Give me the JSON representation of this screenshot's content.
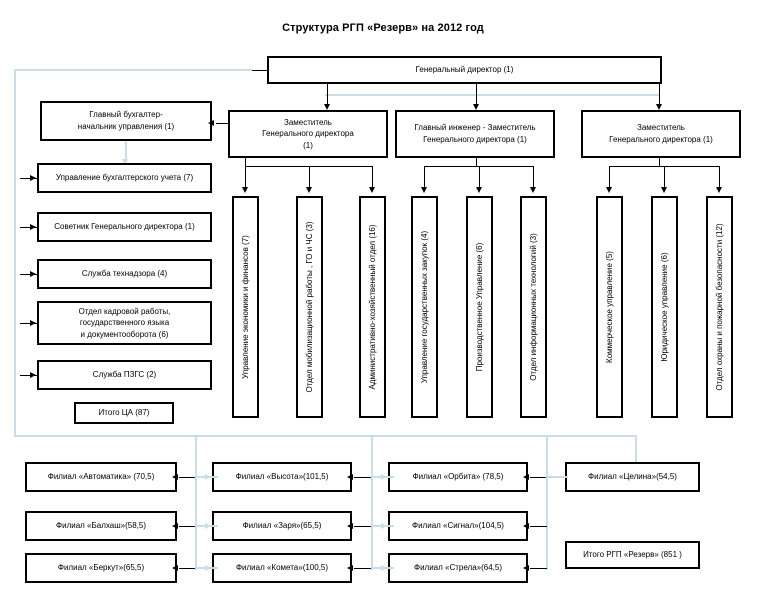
{
  "title": "Структура РГП «Резерв» на 2012 год",
  "colors": {
    "box_border": "#000000",
    "box_fill": "#ffffff",
    "connector_black": "#000000",
    "connector_blue": "#c8dde4",
    "text": "#000000"
  },
  "top": {
    "director": "Генеральный директор (1)"
  },
  "deputies": [
    {
      "label": "Заместитель\nГенерального директора\n(1)",
      "line1": "Заместитель",
      "line2": "Генерального директора",
      "line3": "(1)"
    },
    {
      "label": "Главный инженер - Заместитель Генерального директора (1)",
      "line1": "Главный инженер - Заместитель",
      "line2": "Генерального директора (1)",
      "line3": ""
    },
    {
      "label": "Заместитель Генерального директора (1)",
      "line1": "Заместитель",
      "line2": "Генерального директора (1)",
      "line3": ""
    }
  ],
  "sidebar": {
    "head": {
      "line1": "Главный бухгалтер-",
      "line2": "начальник управления  (1)"
    },
    "items": [
      {
        "line1": "Управление бухгалтерского учета (7)",
        "line2": "",
        "line3": ""
      },
      {
        "line1": "Советник Генерального директора (1)",
        "line2": "",
        "line3": ""
      },
      {
        "line1": "Служба технадзора (4)",
        "line2": "",
        "line3": ""
      },
      {
        "line1": "Отдел кадровой работы,",
        "line2": "государственного языка",
        "line3": "и документооборота (6)"
      },
      {
        "line1": "Служба ПЗГС (2)",
        "line2": "",
        "line3": ""
      }
    ],
    "total": "Итого ЦА (87)"
  },
  "columns": [
    {
      "group": "deputy-1",
      "units": [
        "Управление экономики и финансов (7)",
        "Отдел мобилизационной работы , ГО и ЧС (3)",
        "Административно-хозяйственный отдел (16)"
      ]
    },
    {
      "group": "deputy-2",
      "units": [
        "Управление государственных закупок (4)",
        "Производственное Управление  (6)",
        "Отдел информационных технологий (3)"
      ]
    },
    {
      "group": "deputy-3",
      "units": [
        "Коммерческое управление (5)",
        "Юридическое управление (6)",
        "Отдел охраны и пожарной безопасности (12)"
      ]
    }
  ],
  "branches": {
    "col1": [
      "Филиал «Автоматика» (70,5)",
      "Филиал «Балхаш»(58,5)",
      "Филиал «Беркут»(65,5)"
    ],
    "col2": [
      "Филиал «Высота»(101,5)",
      "Филиал «Заря»(65,5)",
      "Филиал «Комета»(100,5)"
    ],
    "col3": [
      "Филиал «Орбита» (78,5)",
      "Филиал «Сигнал»(104,5)",
      "Филиал «Стрела»(64,5)"
    ],
    "col4": [
      "Филиал «Целина»(54,5)"
    ],
    "total": "Итого РГП «Резерв»  (851 )"
  }
}
